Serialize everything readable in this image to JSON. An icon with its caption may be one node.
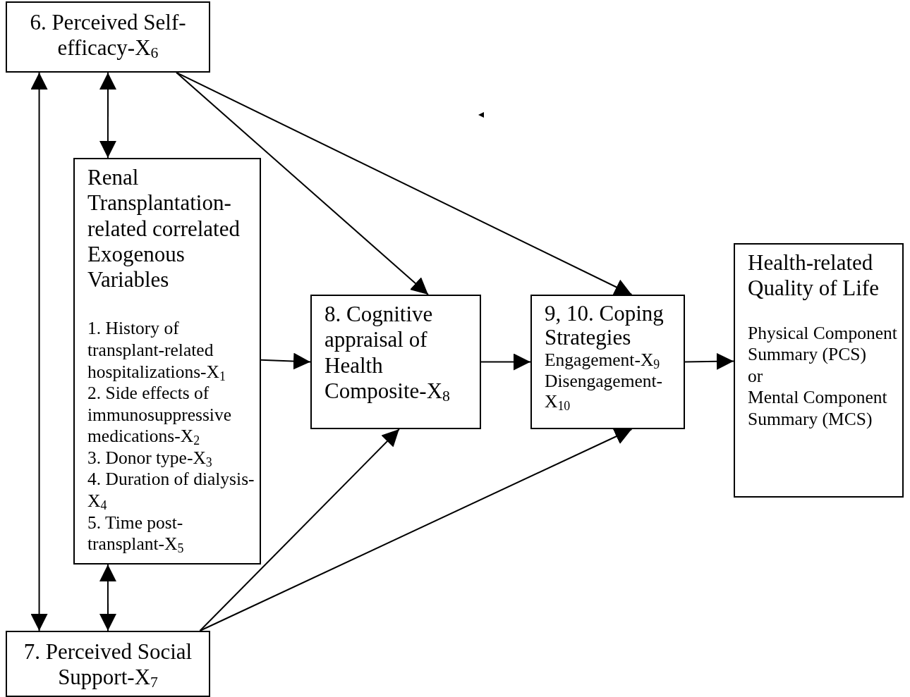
{
  "diagram": {
    "nodes": [
      {
        "text": [
          "6. Perceived Self-efficacy-X$_{6}$"
        ]
      },
      {
        "text": [
          "Renal Transplantation-related correlated Exogenous Variables",
          "1. History of transplant-related hospitalizations-X$_{1}$",
          "2. Side effects of immunosuppressive medications-X$_{2}$",
          "3. Donor type-X$_{3}$",
          "4. Duration of dialysis-X$_{4}$",
          "5. Time post-transplant-X$_{5}$"
        ]
      },
      {
        "text": [
          "8. Cognitive appraisal of Health Composite-X$_{8}$"
        ]
      },
      {
        "text": [
          "9, 10. Coping Strategies",
          "Engagement-X$_{9}$",
          "Disengagement-X$_{10}$"
        ]
      },
      {
        "text": [
          "Health-related Quality of Life",
          "Physical Component Summary (PCS)",
          "or",
          "Mental Component Summary (MCS)"
        ]
      },
      {
        "text": [
          "7. Perceived Social Support-X$_{7}$"
        ]
      }
    ],
    "edges": [
      {
        "from": 0,
        "to": 5,
        "arrow": "both"
      },
      {
        "from": 0,
        "to": 1,
        "arrow": "both"
      },
      {
        "from": 1,
        "to": 5,
        "arrow": "both"
      },
      {
        "from": 0,
        "to": 2,
        "arrow": "to"
      },
      {
        "from": 0,
        "to": 3,
        "arrow": "to"
      },
      {
        "from": 1,
        "to": 2,
        "arrow": "to"
      },
      {
        "from": 2,
        "to": 3,
        "arrow": "to"
      },
      {
        "from": 3,
        "to": 4,
        "arrow": "to"
      },
      {
        "from": 5,
        "to": 2,
        "arrow": "to"
      },
      {
        "from": 5,
        "to": 3,
        "arrow": "to"
      }
    ]
  }
}
